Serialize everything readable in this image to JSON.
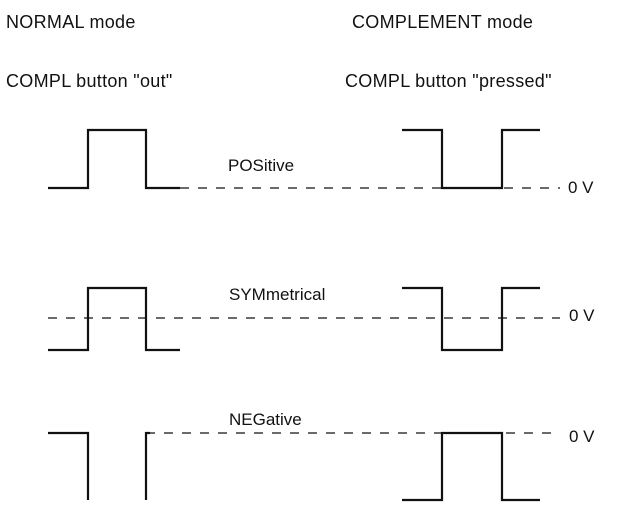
{
  "header": {
    "normal_mode": "NORMAL mode",
    "complement_mode": "COMPLEMENT mode",
    "normal_button": "COMPL button \"out\"",
    "complement_button": "COMPL button \"pressed\""
  },
  "signals": [
    {
      "name": "POSitive",
      "zero_label": "0 V"
    },
    {
      "name": "SYMmetrical",
      "zero_label": "0 V"
    },
    {
      "name": "NEGative",
      "zero_label": "0 V"
    }
  ]
}
